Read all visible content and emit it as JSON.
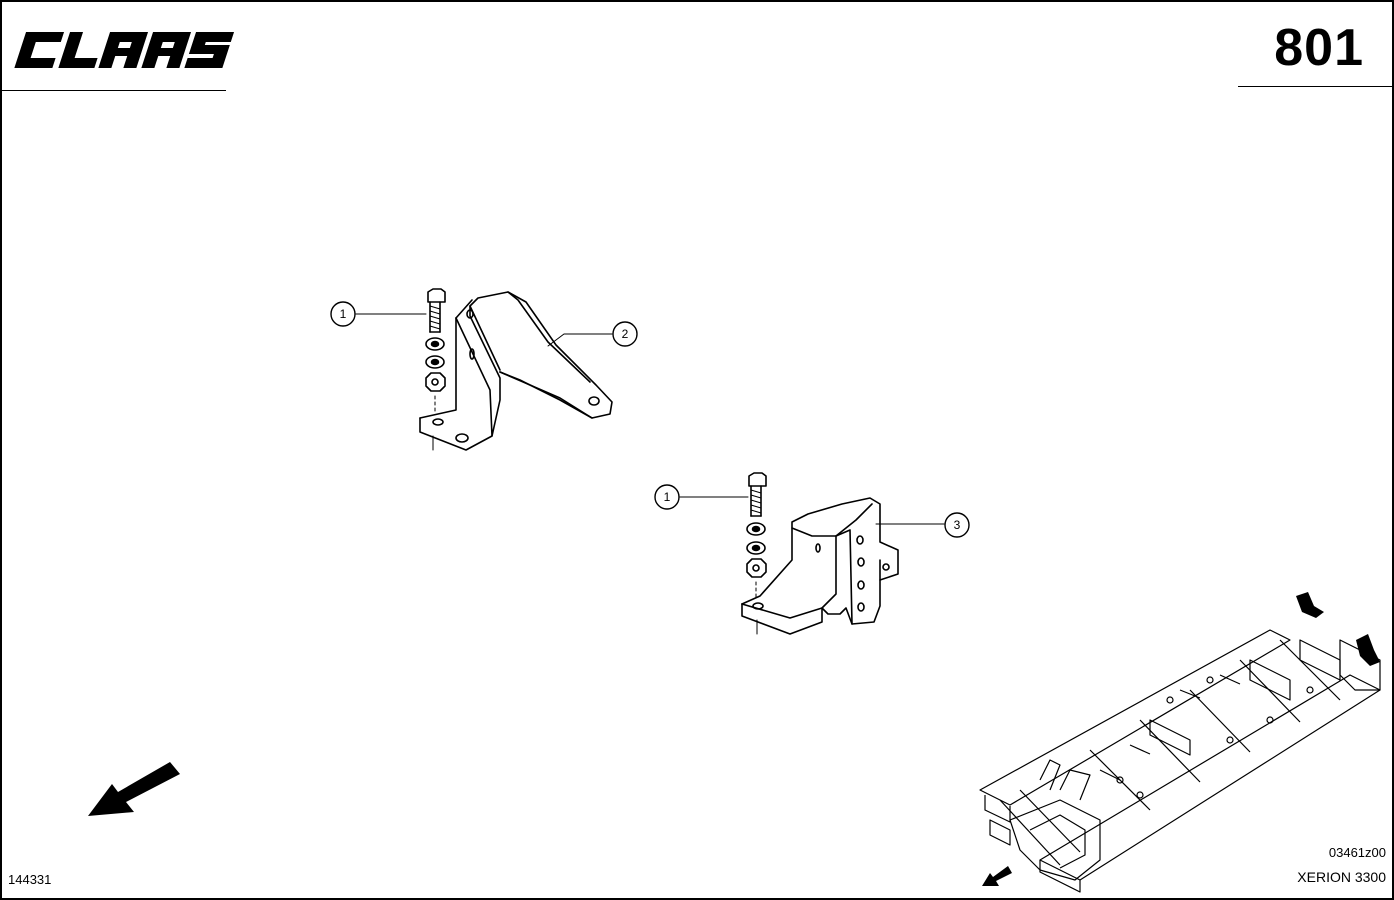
{
  "header": {
    "brand": "CLAAS",
    "page_number": "801"
  },
  "callouts": [
    {
      "label": "1"
    },
    {
      "label": "2"
    },
    {
      "label": "1"
    },
    {
      "label": "3"
    }
  ],
  "footer": {
    "sheet_number": "144331",
    "image_code": "03461z00",
    "model": "XERION 3300"
  }
}
